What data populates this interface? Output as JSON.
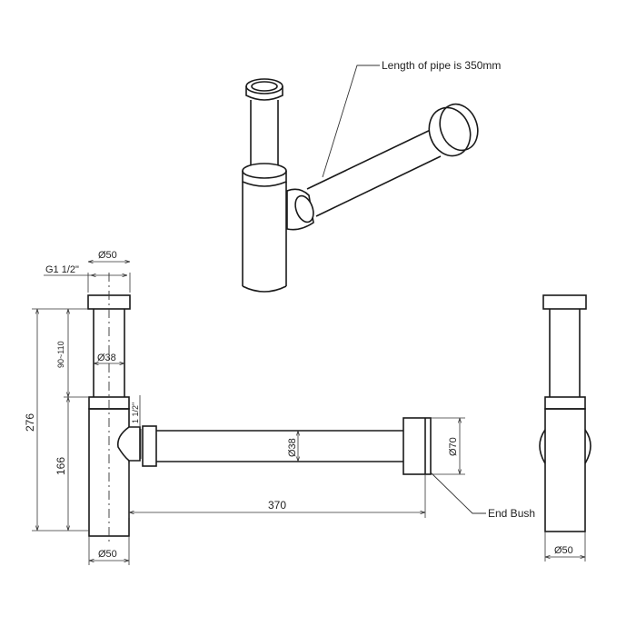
{
  "drawing": {
    "subject": "Bottle trap technical drawing",
    "views": [
      "isometric",
      "front",
      "side"
    ]
  },
  "isometric": {
    "callout": "Length of pipe is 350mm"
  },
  "front_view": {
    "top_diameter": "Ø50",
    "thread": "G1 1/2\"",
    "upper_pipe_diameter": "Ø38",
    "adjustable_height": "90~110",
    "total_height": "276",
    "body_height": "166",
    "outlet_thread": "1 1/2\"",
    "horizontal_pipe_diameter": "Ø38",
    "end_bush_diameter": "Ø70",
    "horizontal_length": "370",
    "bottom_diameter": "Ø50",
    "end_bush_label": "End Bush"
  },
  "side_view": {
    "bottom_diameter": "Ø50"
  },
  "colors": {
    "line": "#1a1a1a",
    "background": "#ffffff"
  }
}
